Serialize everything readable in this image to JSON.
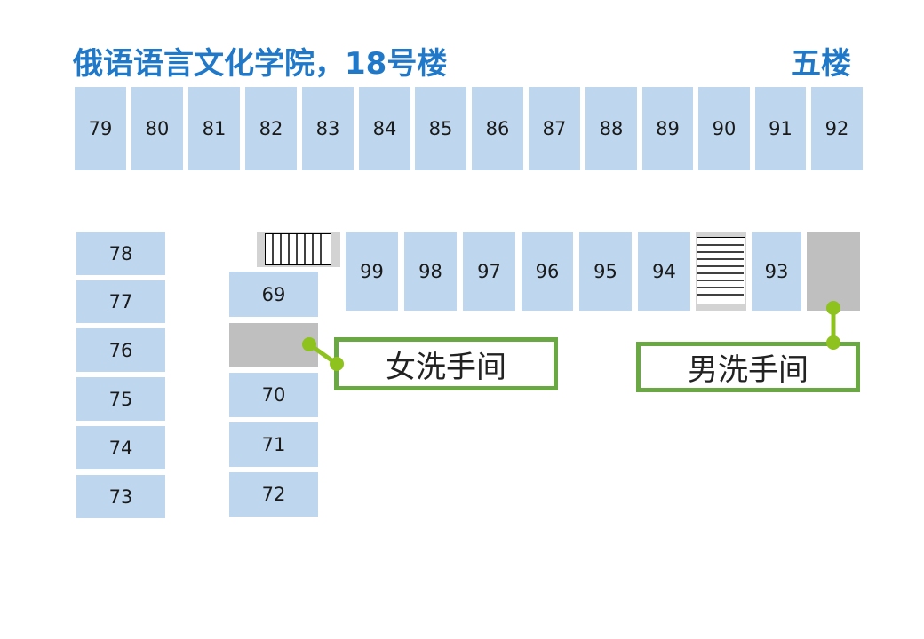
{
  "header": {
    "building_title": "俄语语言文化学院，18号楼",
    "floor_label": "五楼"
  },
  "rooms": {
    "top_row": [
      "79",
      "80",
      "81",
      "82",
      "83",
      "84",
      "85",
      "86",
      "87",
      "88",
      "89",
      "90",
      "91",
      "92"
    ],
    "left_column": [
      "78",
      "77",
      "76",
      "75",
      "74",
      "73"
    ],
    "middle_column_top": "69",
    "middle_column_bottom": [
      "70",
      "71",
      "72"
    ],
    "corridor_row_a": [
      "99",
      "98",
      "97",
      "96",
      "95",
      "94"
    ],
    "corridor_row_b": "93"
  },
  "restrooms": {
    "women": "女洗手间",
    "men": "男洗手间"
  },
  "colors": {
    "title": "#1f78c8",
    "room_fill": "#bed7ee",
    "restroom_fill": "#bfbfbf",
    "label_border": "#6aa843",
    "connector": "#8dc21f"
  }
}
